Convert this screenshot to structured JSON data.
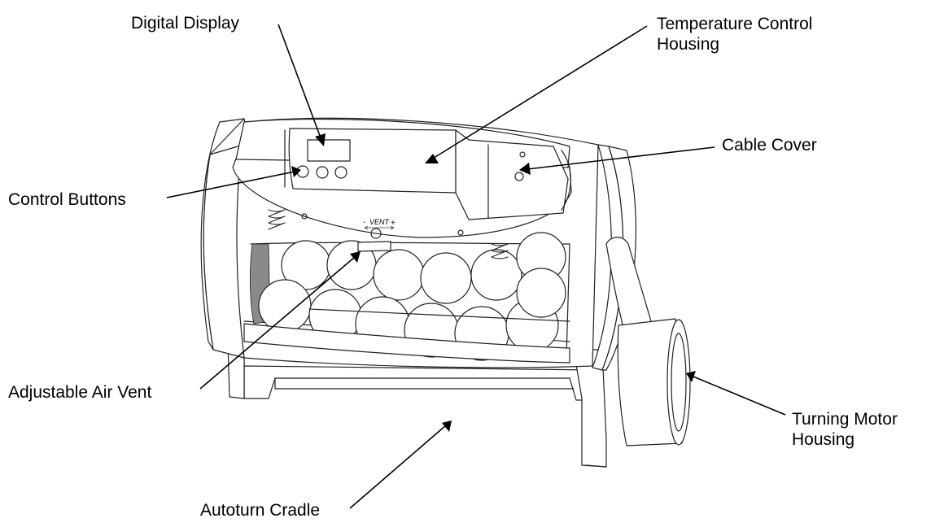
{
  "diagram": {
    "labels": {
      "digital_display": "Digital Display",
      "temp_housing_line1": "Temperature Control",
      "temp_housing_line2": "Housing",
      "cable_cover": "Cable Cover",
      "control_buttons": "Control Buttons",
      "air_vent": "Adjustable Air Vent",
      "motor_line1": "Turning Motor",
      "motor_line2": "Housing",
      "cradle": "Autoturn Cradle"
    },
    "vent_marking": {
      "minus": "-",
      "text": "VENT",
      "plus": "+"
    },
    "colors": {
      "ink": "#222222",
      "arrow": "#000000",
      "shade": "#8a8a8a",
      "background": "#ffffff"
    }
  }
}
